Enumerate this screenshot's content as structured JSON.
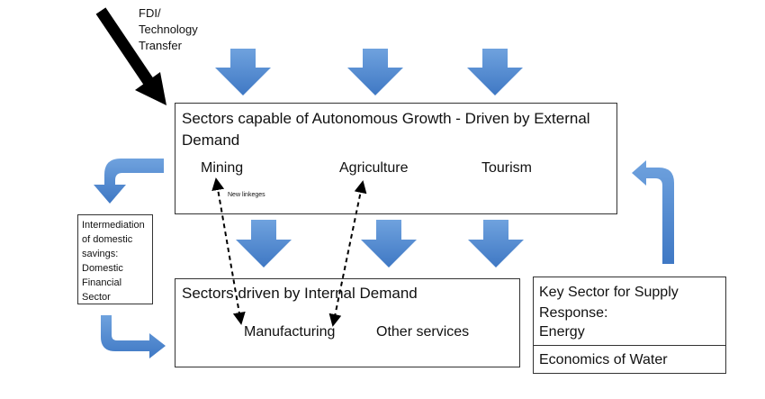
{
  "colors": {
    "arrow_blue": "#3f78c4",
    "arrow_blue_light": "#6fa2de",
    "border": "#333333",
    "text": "#111111",
    "black_arrow": "#000000"
  },
  "fdi_label": [
    "FDI/",
    "Technology",
    "Transfer"
  ],
  "external_box": {
    "title_line1": "Sectors capable of Autonomous Growth - Driven by External",
    "title_line2": "Demand",
    "sectors": {
      "mining": "Mining",
      "agriculture": "Agriculture",
      "tourism": "Tourism"
    },
    "linkages_note": "New linkeges"
  },
  "internal_box": {
    "title": "Sectors driven by Internal Demand",
    "sectors": {
      "manufacturing": "Manufacturing",
      "other_services": "Other services"
    }
  },
  "financial_box": {
    "text": "Intermediation of domestic savings: Domestic Financial Sector"
  },
  "energy_box": {
    "title": "Key Sector for Supply Response:",
    "value": "Energy",
    "water": "Economics of Water"
  }
}
